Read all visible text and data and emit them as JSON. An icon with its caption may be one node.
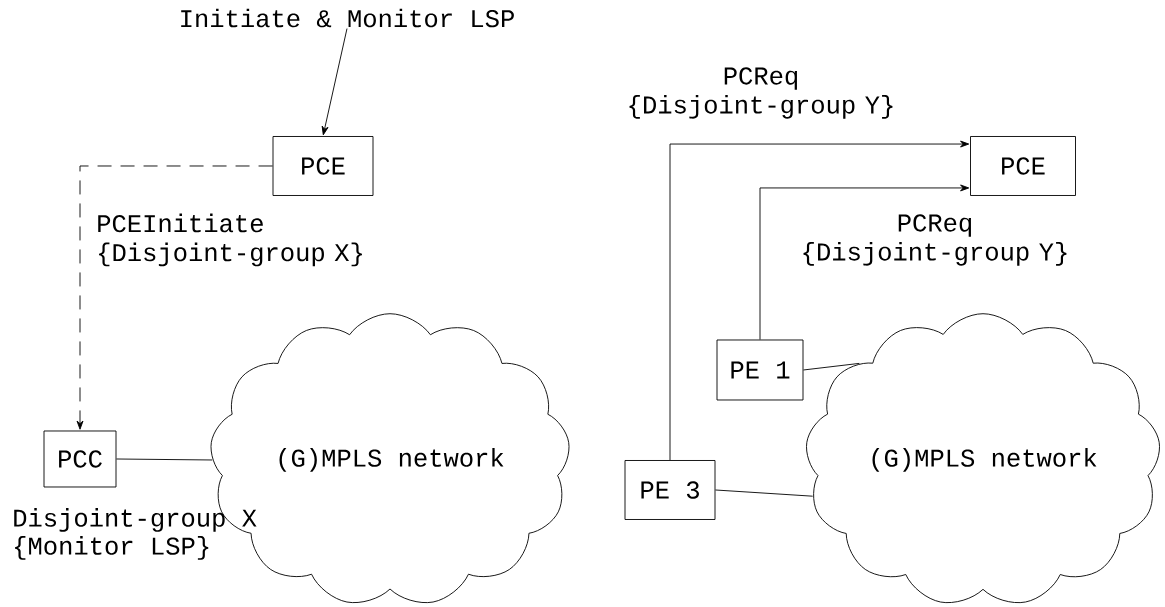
{
  "diagram": {
    "nodes": [
      {
        "text": [
          "Initiate & Monitor LSP"
        ]
      },
      {
        "text": [
          "PCE"
        ]
      },
      {
        "text": [
          "PCC"
        ],
        "beside": [
          "Disjoint-group X",
          "{Monitor LSP}"
        ]
      },
      {
        "text": [
          "(G)MPLS network"
        ]
      },
      {
        "text": [
          "PCE"
        ]
      },
      {
        "text": [
          "PE 1"
        ]
      },
      {
        "text": [
          "PE 3"
        ]
      },
      {
        "text": [
          "(G)MPLS network"
        ]
      }
    ],
    "edges": [
      {
        "from": 0,
        "to": 1,
        "arrow": "to"
      },
      {
        "from": 1,
        "to": 2,
        "arrow": "to",
        "style": "dashed",
        "label": "PCEInitiate {Disjoint-group X}"
      },
      {
        "from": 2,
        "to": 3,
        "arrow": "none"
      },
      {
        "from": 6,
        "to": 4,
        "arrow": "to",
        "label": "PCReq {Disjoint-group Y}"
      },
      {
        "from": 5,
        "to": 4,
        "arrow": "to",
        "label": "PCReq {Disjoint-group Y}"
      },
      {
        "from": 5,
        "to": 7,
        "arrow": "none"
      },
      {
        "from": 6,
        "to": 7,
        "arrow": "none"
      }
    ]
  }
}
